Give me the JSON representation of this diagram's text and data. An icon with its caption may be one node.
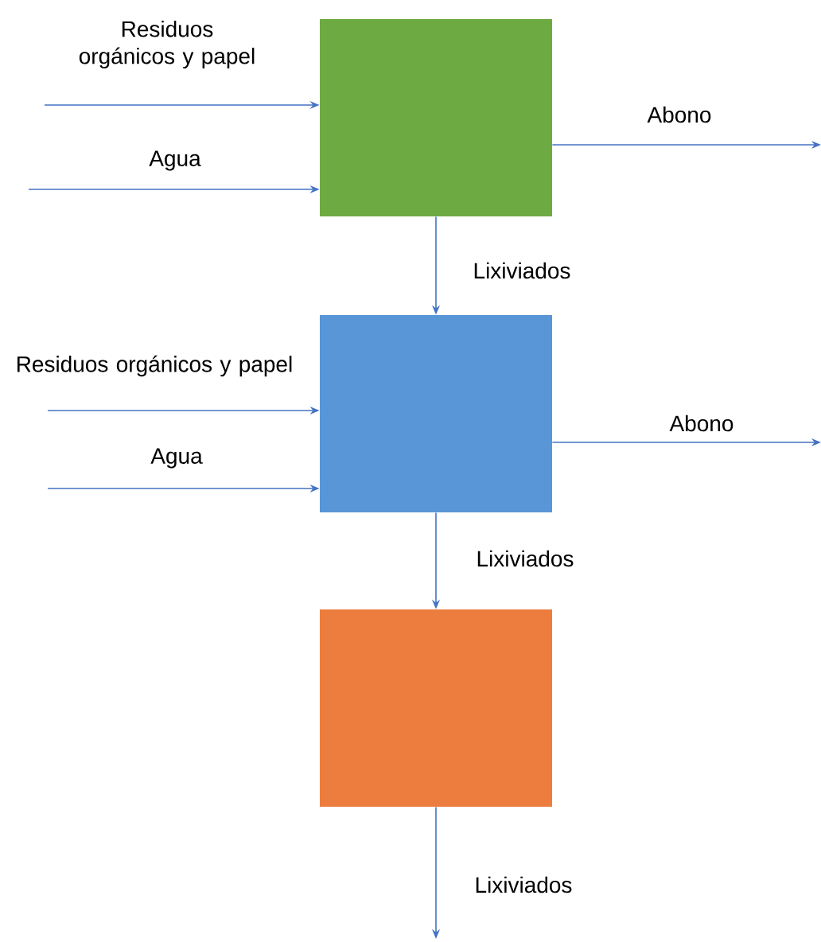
{
  "diagram": {
    "nodes": [
      {
        "text": [],
        "shape": "box"
      },
      {
        "text": [],
        "shape": "box"
      },
      {
        "text": [],
        "shape": "box"
      }
    ],
    "edges": [
      {
        "from": null,
        "to": 0,
        "arrow": "to",
        "label": "Residuos orgánicos y papel"
      },
      {
        "from": null,
        "to": 0,
        "arrow": "to",
        "label": "Agua"
      },
      {
        "from": 0,
        "to": null,
        "arrow": "to",
        "label": "Abono"
      },
      {
        "from": 0,
        "to": 1,
        "arrow": "to",
        "label": "Lixiviados"
      },
      {
        "from": null,
        "to": 1,
        "arrow": "to",
        "label": "Residuos orgánicos y papel"
      },
      {
        "from": null,
        "to": 1,
        "arrow": "to",
        "label": "Agua"
      },
      {
        "from": 1,
        "to": null,
        "arrow": "to",
        "label": "Abono"
      },
      {
        "from": 1,
        "to": 2,
        "arrow": "to",
        "label": "Lixiviados"
      },
      {
        "from": 2,
        "to": null,
        "arrow": "to",
        "label": "Lixiviados"
      }
    ]
  }
}
